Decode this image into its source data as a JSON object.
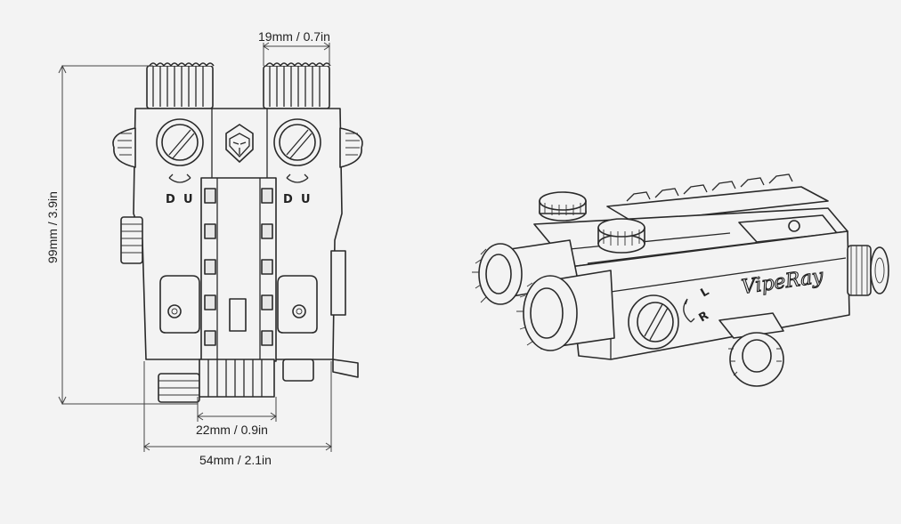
{
  "dimensions": {
    "height": "99mm / 3.9in",
    "knob_width": "19mm / 0.7in",
    "front_width": "22mm / 0.9in",
    "total_width": "54mm / 2.1in"
  },
  "knob_labels": {
    "left_down": "D",
    "left_up": "U",
    "right_down": "D",
    "right_up": "U"
  },
  "brand": "VipeRay",
  "side_marks": {
    "left": "L",
    "right": "R"
  },
  "icons": [
    "viper-logo-icon",
    "adjust-arrow-icon"
  ],
  "colors": {
    "background": "#f3f3f3",
    "line": "#2a2a2a"
  }
}
